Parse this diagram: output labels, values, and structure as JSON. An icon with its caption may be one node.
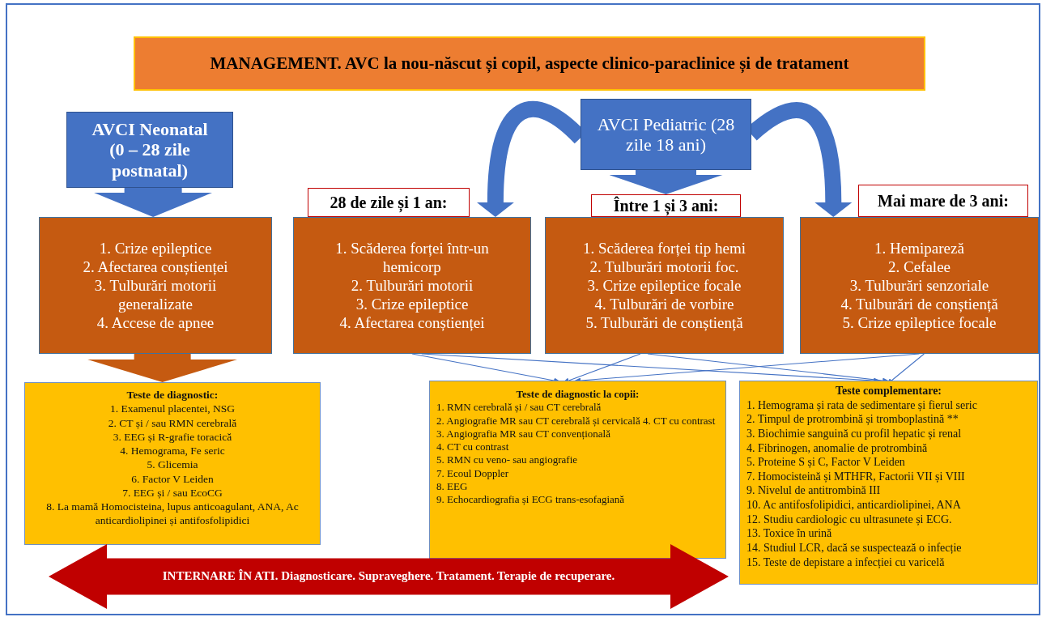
{
  "diagram": {
    "nodes": [
      {
        "text": [
          "MANAGEMENT. AVC la nou-născut și copil, aspecte clinico-paraclinice și de tratament"
        ]
      },
      {
        "text": [
          "AVCI Neonatal (0 – 28 zile postnatal)"
        ]
      },
      {
        "text": [
          "AVCI Pediatric (28 zile 18 ani)"
        ]
      },
      {
        "text": [
          "28 de zile și 1 an:"
        ]
      },
      {
        "text": [
          "Între 1 și 3 ani:"
        ]
      },
      {
        "text": [
          "Mai mare de 3 ani:"
        ]
      },
      {
        "text": [
          "1. Crize epileptice",
          "2. Afectarea conștienței",
          "3. Tulburări motorii generalizate",
          "4. Accese de apnee"
        ]
      },
      {
        "text": [
          "1. Scăderea forței într-un hemicorp",
          "2. Tulburări motorii",
          "3. Crize epileptice",
          "4. Afectarea conștienței"
        ]
      },
      {
        "text": [
          "1. Scăderea forței tip hemi",
          "2. Tulburări motorii foc.",
          "3. Crize epileptice focale",
          "4. Tulburări de vorbire",
          "5. Tulburări de conștiență"
        ]
      },
      {
        "text": [
          "1. Hemipareză",
          "2. Cefalee",
          "3. Tulburări senzoriale",
          "4. Tulburări de conștiență",
          "5. Crize epileptice focale"
        ]
      },
      {
        "text": [
          "Teste de diagnostic:",
          "1. Examenul placentei, NSG",
          "2. CT și / sau RMN cerebrală",
          "3. EEG și R-grafie toracică",
          "4. Hemograma, Fe seric",
          "5. Glicemia",
          "6. Factor V Leiden",
          "7. EEG și / sau EcoCG",
          "8. La mamă Homocisteina, lupus anticoagulant, ANA, Ac anticardiolipinei și antifosfolipidici"
        ]
      },
      {
        "text": [
          "Teste de diagnostic la copii:",
          "1. RMN cerebrală și / sau CT cerebrală",
          "2. Angiografie MR sau CT cerebrală și cervicală 4. CT cu contrast",
          "3. Angiografia MR sau CT convențională",
          "4. CT cu contrast",
          "5. RMN cu veno- sau angiografie",
          "7. Ecoul Doppler",
          "8. EEG",
          "9. Echocardiografia și ECG trans-esofagiană"
        ]
      },
      {
        "text": [
          "Teste complementare:",
          "1. Hemograma și rata de sedimentare și fierul seric",
          "2. Timpul de protrombină și tromboplastină **",
          "3. Biochimie sanguină cu profil hepatic și renal",
          "4. Fibrinogen, anomalie de protrombină",
          "5. Proteine S și C, Factor V Leiden",
          "7. Homocisteină și MTHFR, Factorii VII și VIII",
          "9. Nivelul de antitrombină III",
          "10. Ac antifosfolipidici, anticardiolipinei, ANA",
          "12. Studiu cardiologic cu ultrasunete și ECG.",
          "13. Toxice în urină",
          "14. Studiul LCR, dacă se suspectează o infecție",
          "15. Teste de depistare a infecției cu varicelă"
        ]
      },
      {
        "text": [
          "INTERNARE ÎN ATI. Diagnosticare. Supraveghere. Tratament. Terapie de recuperare."
        ]
      }
    ],
    "edges": [
      {
        "from": 1,
        "to": 6,
        "arrow": "to",
        "style": "thick"
      },
      {
        "from": 2,
        "to": 7,
        "arrow": "to",
        "style": "thick"
      },
      {
        "from": 2,
        "to": 4,
        "arrow": "to",
        "style": "thick"
      },
      {
        "from": 2,
        "to": 9,
        "arrow": "to",
        "style": "thick"
      },
      {
        "from": 6,
        "to": 10,
        "arrow": "to",
        "style": "thick",
        "color": "#c55a11"
      },
      {
        "from": 7,
        "to": 11,
        "arrow": "to"
      },
      {
        "from": 7,
        "to": 12,
        "arrow": "to"
      },
      {
        "from": 8,
        "to": 11,
        "arrow": "to"
      },
      {
        "from": 8,
        "to": 12,
        "arrow": "to"
      },
      {
        "from": 9,
        "to": 11,
        "arrow": "to"
      },
      {
        "from": 9,
        "to": 12,
        "arrow": "to"
      }
    ]
  }
}
